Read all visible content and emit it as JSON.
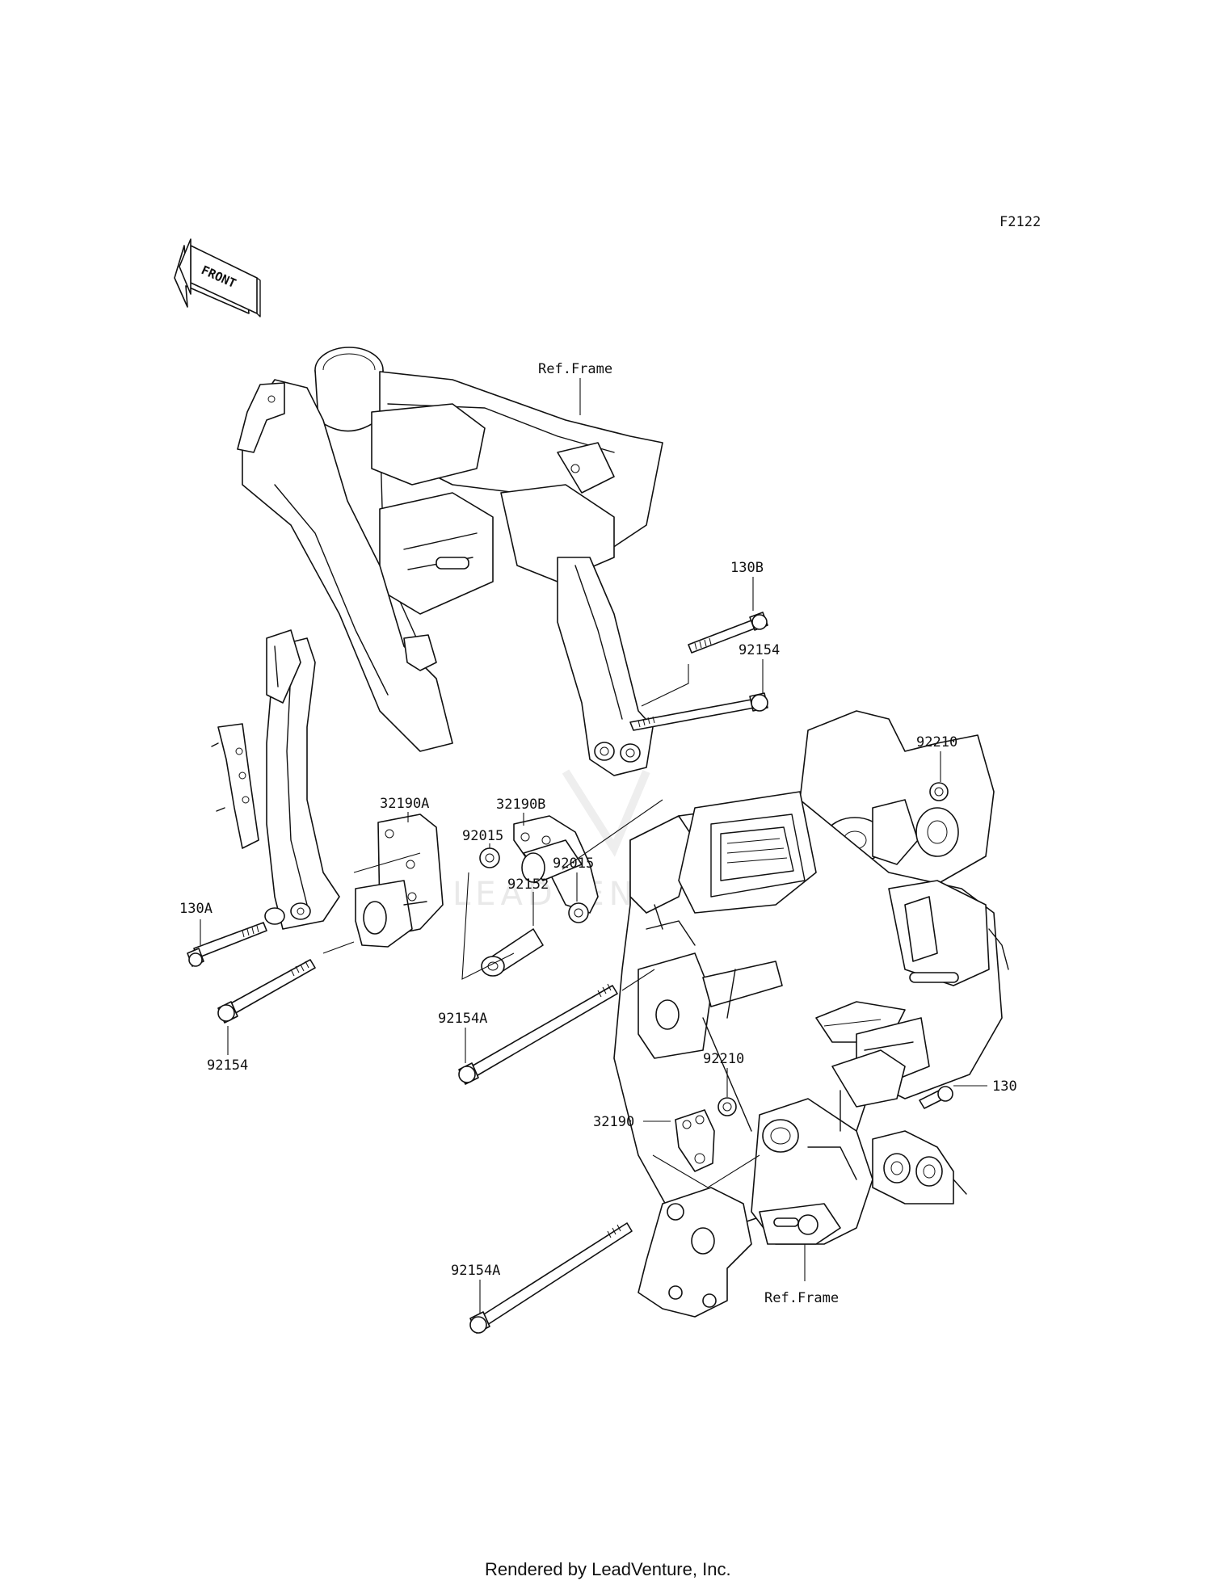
{
  "figure_code": "F2122",
  "front_arrow_label": "FRONT",
  "watermark": "LEADVENTURE",
  "footer": "Rendered by LeadVenture, Inc.",
  "callouts": {
    "ref_frame_top": "Ref.Frame",
    "ref_frame_bottom": "Ref.Frame",
    "p130B": "130B",
    "p92154_right": "92154",
    "p92210_upper": "92210",
    "p32190B": "32190B",
    "p32190A": "32190A",
    "p92015_a": "92015",
    "p92015_b": "92015",
    "p92152": "92152",
    "p130A": "130A",
    "p92154_left": "92154",
    "p92154A_mid": "92154A",
    "p92210_lower": "92210",
    "p32190": "32190",
    "p130": "130",
    "p92154A_bottom": "92154A"
  }
}
